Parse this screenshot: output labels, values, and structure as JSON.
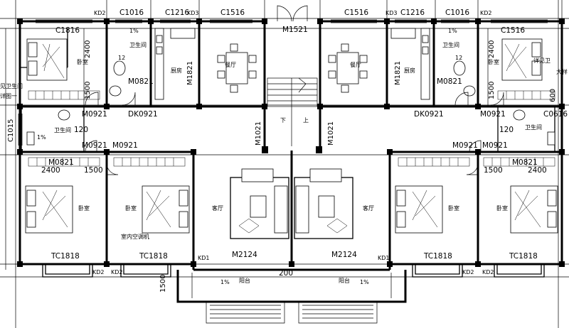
{
  "plan": {
    "windows": {
      "c1816": "C1816",
      "c1016_l": "C1016",
      "c1216_l": "C1216",
      "c1516_l": "C1516",
      "c1516_r": "C1516",
      "c1216_r": "C1216",
      "c1016_r": "C1016",
      "c1516_r2": "C1516",
      "c1015": "C1015",
      "c0616": "C0616",
      "tc1818_1": "TC1818",
      "tc1818_2": "TC1818",
      "tc1818_3": "TC1818",
      "tc1818_4": "TC1818"
    },
    "doors": {
      "m1521": "M1521",
      "m1821_l": "M1821",
      "m1821_r": "M1821",
      "m0821_l": "M0821",
      "m0821_r": "M0821",
      "dk0921_l": "DK0921",
      "dk0921_r": "DK0921",
      "m0921_1": "M0921",
      "m0921_2": "M0921",
      "m0921_3": "M0921",
      "m0921_4": "M0921",
      "m0921_5": "M0921",
      "m0921_6": "M0921",
      "m0821_b_l": "M0821",
      "m0821_b_r": "M0821",
      "m1021_l": "M1021",
      "m1021_r": "M1021",
      "m2124_l": "M2124",
      "m2124_r": "M2124"
    },
    "ac_tags": {
      "kd2_1": "KD2",
      "kd3_1": "KD3",
      "kd3_2": "KD3",
      "kd2_2": "KD2",
      "kd2_3": "KD2",
      "kd2_4": "KD2",
      "kd1_l": "KD1",
      "kd1_r": "KD1",
      "kd2_5": "KD2",
      "kd2_6": "KD2"
    },
    "rooms": {
      "bed_tl": "卧室",
      "bath_tl": "卫生间",
      "kitchen_l": "厨房",
      "dining_l": "餐厅",
      "dining_r": "餐厅",
      "kitchen_r": "厨房",
      "bath_tr": "卫生间",
      "bed_tr": "卧室",
      "bath_ml": "卫生间",
      "bath_mr": "卫生间",
      "bed_bl1": "卧室",
      "bed_bl2": "卧室",
      "living_l": "客厅",
      "living_r": "客厅",
      "bed_br1": "卧室",
      "bed_br2": "卧室",
      "balcony_l": "阳台",
      "balcony_r": "阳台"
    },
    "stair": {
      "down": "下",
      "up": "上"
    },
    "dimensions": {
      "d2400_tl": "2400",
      "d1500_tl": "1500",
      "d120_l": "120",
      "d2400_bl": "2400",
      "d1500_bl": "1500",
      "d2400_tr": "2400",
      "d1500_tr": "1500",
      "d600_tr": "600",
      "d120_r": "120",
      "d1500_br": "1500",
      "d2400_br": "2400",
      "d200": "200",
      "d1500_bal": "1500"
    },
    "slopes": {
      "s1": "1%",
      "s2": "1%",
      "s3": "1%",
      "s4": "1%",
      "s5": "1%"
    },
    "notes": {
      "left_1": "见卫生间",
      "left_2": "详图一",
      "right_1": "详见卫",
      "right_2": "大样",
      "ac_unit": "室内空调机",
      "d12_l": "12",
      "d12_r": "12"
    }
  }
}
